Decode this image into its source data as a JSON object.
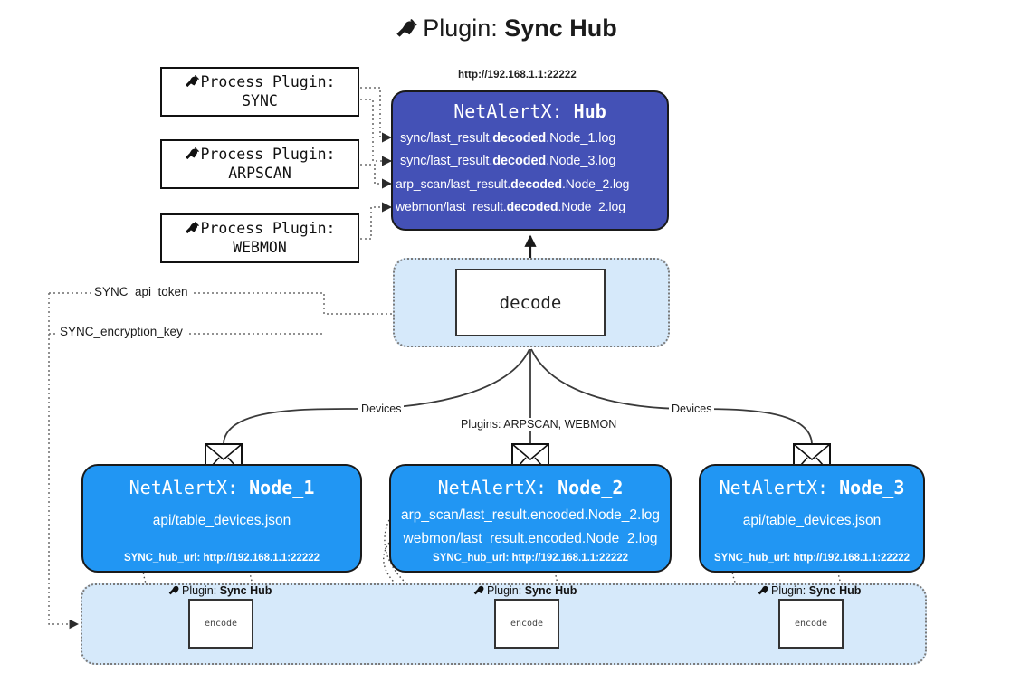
{
  "title": {
    "icon": "plug-icon",
    "prefix": "Plugin:",
    "name": "Sync Hub"
  },
  "process_plugins": [
    {
      "icon": "plug-icon",
      "line1": "Process Plugin:",
      "line2": "SYNC"
    },
    {
      "icon": "plug-icon",
      "line1": "Process Plugin:",
      "line2": "ARPSCAN"
    },
    {
      "icon": "plug-icon",
      "line1": "Process Plugin:",
      "line2": "WEBMON"
    }
  ],
  "hub": {
    "url": "http://192.168.1.1:22222",
    "title_prefix": "NetAlertX:",
    "title_name": "Hub",
    "logs": [
      {
        "pre": "sync/last_result.",
        "mid": "decoded",
        "post": ".Node_1.log"
      },
      {
        "pre": "sync/last_result.",
        "mid": "decoded",
        "post": ".Node_3.log"
      },
      {
        "pre": "arp_scan/last_result.",
        "mid": "decoded",
        "post": ".Node_2.log"
      },
      {
        "pre": "webmon/last_result.",
        "mid": "decoded",
        "post": ".Node_2.log"
      }
    ]
  },
  "decode": {
    "label": "decode"
  },
  "tokens": {
    "api_token": "SYNC_api_token",
    "encryption_key": "SYNC_encryption_key"
  },
  "edge_labels": {
    "devices_left": "Devices",
    "devices_right": "Devices",
    "plugins_center": "Plugins: ARPSCAN, WEBMON"
  },
  "nodes": [
    {
      "title_prefix": "NetAlertX:",
      "title_name": "Node_1",
      "lines": [
        "api/table_devices.json"
      ],
      "footer": "SYNC_hub_url: http://192.168.1.1:22222",
      "envelope_icon": "envelope-icon"
    },
    {
      "title_prefix": "NetAlertX:",
      "title_name": "Node_2",
      "lines": [
        "arp_scan/last_result.encoded.Node_2.log",
        "webmon/last_result.encoded.Node_2.log"
      ],
      "footer": "SYNC_hub_url: http://192.168.1.1:22222",
      "envelope_icon": "envelope-icon"
    },
    {
      "title_prefix": "NetAlertX:",
      "title_name": "Node_3",
      "lines": [
        "api/table_devices.json"
      ],
      "footer": "SYNC_hub_url: http://192.168.1.1:22222",
      "envelope_icon": "envelope-icon"
    }
  ],
  "encoders": [
    {
      "plugin_prefix": "Plugin:",
      "plugin_name": "Sync Hub",
      "box_label": "encode",
      "icon": "plug-icon"
    },
    {
      "plugin_prefix": "Plugin:",
      "plugin_name": "Sync Hub",
      "box_label": "encode",
      "icon": "plug-icon"
    },
    {
      "plugin_prefix": "Plugin:",
      "plugin_name": "Sync Hub",
      "box_label": "encode",
      "icon": "plug-icon"
    }
  ],
  "colors": {
    "hub_fill": "#4451b6",
    "node_fill": "#2196f3",
    "container_fill": "#d6e9fa",
    "stroke": "#1a1a1a",
    "dotted": "#7a7a7a",
    "background": "#ffffff"
  }
}
